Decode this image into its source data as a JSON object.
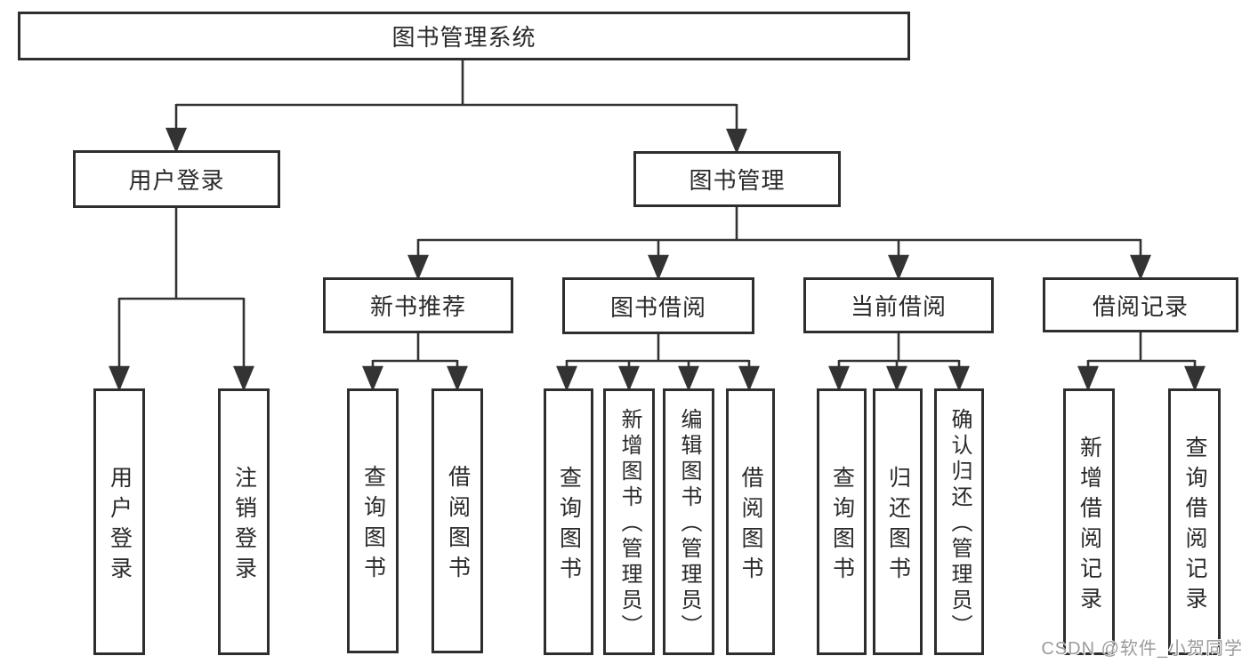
{
  "tree": {
    "root": {
      "label": "图书管理系统"
    },
    "branches": [
      {
        "label": "用户登录",
        "children": [
          {
            "label": "用户登录"
          },
          {
            "label": "注销登录"
          }
        ]
      },
      {
        "label": "图书管理",
        "children": [
          {
            "label": "新书推荐",
            "children": [
              {
                "label": "查询图书"
              },
              {
                "label": "借阅图书"
              }
            ]
          },
          {
            "label": "图书借阅",
            "children": [
              {
                "label": "查询图书"
              },
              {
                "label": "新增图书（管理员）"
              },
              {
                "label": "编辑图书（管理员）"
              },
              {
                "label": "借阅图书"
              }
            ]
          },
          {
            "label": "当前借阅",
            "children": [
              {
                "label": "查询图书"
              },
              {
                "label": "归还图书"
              },
              {
                "label": "确认归还（管理员）"
              }
            ]
          },
          {
            "label": "借阅记录",
            "children": [
              {
                "label": "新增借阅记录"
              },
              {
                "label": "查询借阅记录"
              }
            ]
          }
        ]
      }
    ]
  },
  "watermark": {
    "text": "CSDN @软件_小贺同学"
  },
  "colors": {
    "line": "#333333",
    "box_border": "#2e2e2e",
    "text": "#2a2a2a",
    "watermark": "#9b9b9b",
    "background": "#ffffff"
  }
}
